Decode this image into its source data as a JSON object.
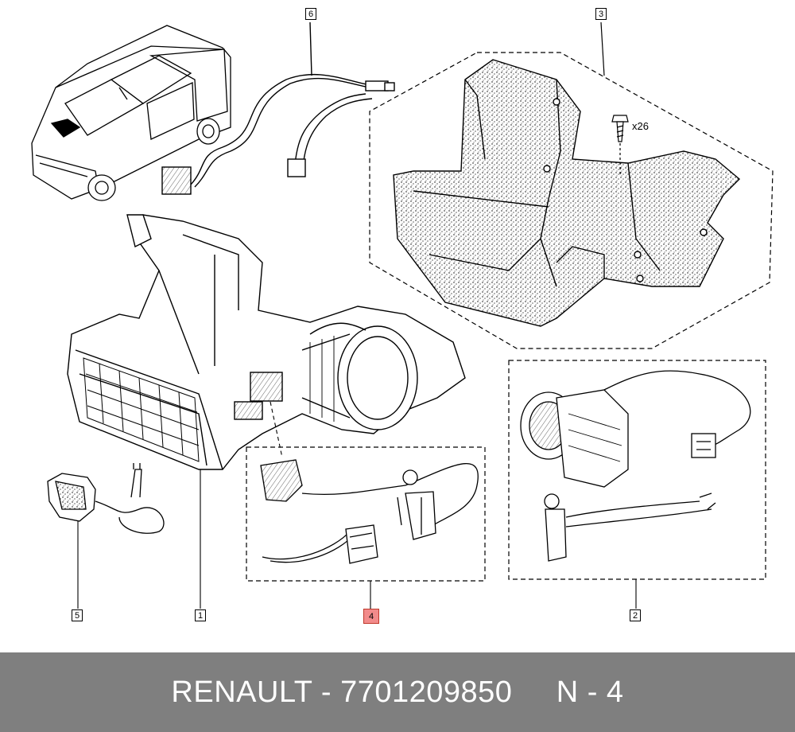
{
  "callouts": {
    "c1": "1",
    "c2": "2",
    "c3": "3",
    "c4": "4",
    "c5": "5",
    "c6": "6"
  },
  "quantity_label": "x26",
  "footer": {
    "brand": "RENAULT",
    "separator": " - ",
    "part_number": "7701209850",
    "gap": "     ",
    "ref": "N - 4"
  },
  "colors": {
    "highlight": "#f28b8b",
    "footer_bg": "#7f7f7f",
    "footer_text": "#ffffff"
  }
}
